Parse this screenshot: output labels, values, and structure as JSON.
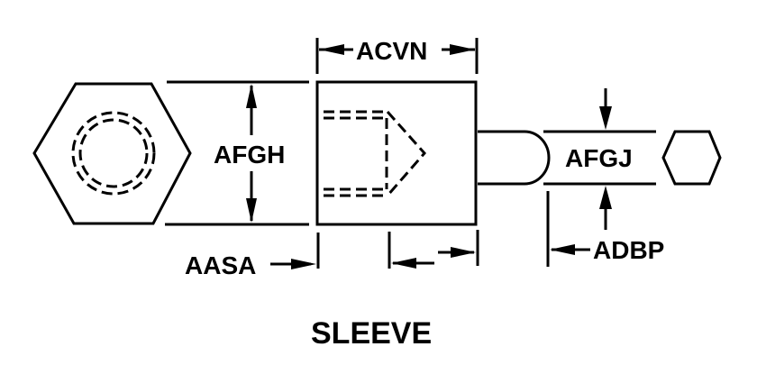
{
  "title": "SLEEVE",
  "dimensions": {
    "width_top": "ACVN",
    "height_left": "AFGH",
    "offset_left": "AASA",
    "diameter_right": "AFGJ",
    "offset_right": "ADBP"
  },
  "colors": {
    "line": "#000000",
    "background": "#ffffff"
  }
}
